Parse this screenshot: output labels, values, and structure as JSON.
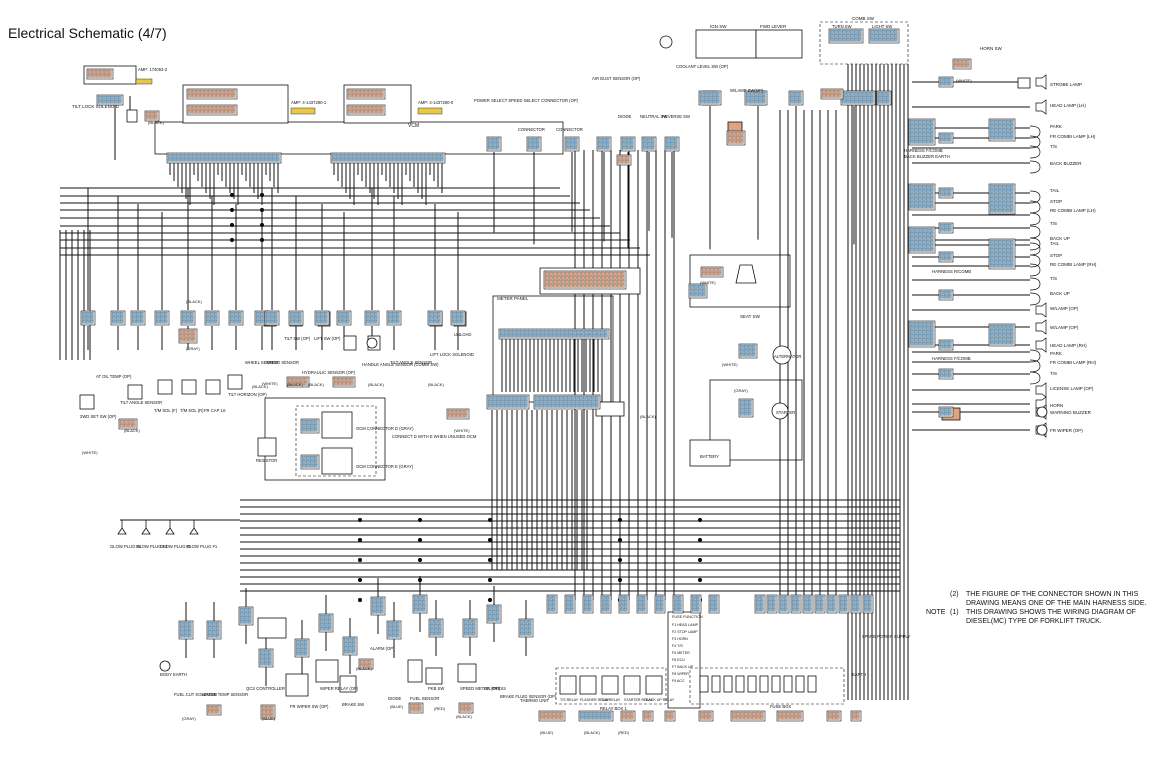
{
  "title": "Electrical Schematic (4/7)",
  "colors": {
    "wire": "#111111",
    "connector_blue": "#7fb2d8",
    "connector_orange": "#e0a382",
    "connector_yellow": "#e8c84a"
  },
  "vcm_label": "VCM",
  "meter_panel_label": "METER PANEL",
  "amp_labels": [
    "AMP: 174053-2",
    "AMP: 4-1437290-1",
    "AMP: 4-1437290-0"
  ],
  "top_labels": [
    "TILT LOCK SOLENOID",
    "POWER SELECT SPEED SELECT CONNECTOR (OP)",
    "CONNECTOR",
    "CONNECTOR",
    "AIR DUST SENSOR (OP)",
    "NEUTRAL SW",
    "REVERSE SW",
    "DIODE",
    "COOLANT LEVEL SW (OP)",
    "W/LAMP SW(OP)",
    "IGN SW",
    "FWD LEVER",
    "COMB SW",
    "TURN SW",
    "LIGHT SW",
    "HORN SW",
    "SEAT SW"
  ],
  "right_loads": [
    "STROBE LAMP",
    "HEAD LAMP (LH)",
    "PARK",
    "FR COMBI LAMP (LH)",
    "T/S",
    "BACK BUZZER",
    "TAIL",
    "STOP",
    "RE COMBI LAMP (LH)",
    "T/S",
    "BACK UP",
    "TAIL",
    "STOP",
    "RE COMBI LAMP (RH)",
    "T/S",
    "BACK UP",
    "W/LAMP (OP)",
    "W/LAMP (OP)",
    "HEAD LAMP (RH)",
    "PARK",
    "FR COMBI LAMP (RH)",
    "T/S",
    "LICENSE LAMP (OP)",
    "HORN",
    "WARNING BUZZER",
    "FR WIPER (OP)"
  ],
  "harness_labels": [
    "HARNESS F/COMB",
    "BACK BUZZER EARTH",
    "HARNESS R/COMB",
    "HARNESS F/COMB"
  ],
  "mid_labels": [
    "ALTERNATOR",
    "STARTER",
    "BATTERY",
    "CONNECT D WITH E WHEN UNUSED OCM",
    "OCM CONNECTOR D (GRAY)",
    "OCM CONNECTOR E (GRAY)",
    "RESISTOR",
    "TILT ANGLE SENSOR",
    "T/M SOL (F)",
    "T/M SOL (R)",
    "FR CAP 1S",
    "TILT HORIZON (OP)",
    "WHEEL SENSOR",
    "SPEED SENSOR",
    "TILT SW (OP)",
    "LIFT SW (OP)",
    "HYDRAULIC SENSOR (OP)",
    "HANDLE ANGLE SENSOR (COMBI SW)",
    "TILT ANGLE SENSOR",
    "LIFT LOCK SOLENOID",
    "UNLOAD",
    "AT OIL TEMP (OP)",
    "2WD SET SW (OP)"
  ],
  "bottom_labels": [
    "GLOW PLUG #4",
    "GLOW PLUG #3",
    "GLOW PLUG #2",
    "GLOW PLUG #1",
    "BODY EARTH",
    "FUEL CUT SOLENOID",
    "WATER TEMP SENSOR",
    "QCS CONTROLLER",
    "FR WIPER SW (OP)",
    "WIPER RELAY (OP)",
    "BRAKE SW",
    "ALARM (OP)",
    "DIODE",
    "FUEL SENSOR",
    "PKB SW",
    "SPEED METER (OP)",
    "OIL PRESS",
    "BRAKE FLUID SENSOR (OP)",
    "THERMO UNIT",
    "RELAY BOX 1",
    "FUSE BOX",
    "SPARE POWER SUPPLY",
    "EARTH"
  ],
  "relay_labels": [
    "T/S RELAY",
    "FLASHER RELAY",
    "DIA RELAY",
    "STARTER RELAY",
    "BACK UP RELAY"
  ],
  "fuse_title": "FUSE FUNCTION",
  "fuse_functions": [
    "F1 HEAD LAMP",
    "F2 STOP LAMP",
    "F3 HORN",
    "F4 T/S",
    "F5 METER",
    "F6 ECU",
    "F7 BACK UP",
    "F8 WIPER",
    "F9 ACC"
  ],
  "color_tags": [
    "(BLACK)",
    "(BLACK)",
    "(GRAY)",
    "(BLACK)",
    "(WHITE)",
    "(BLACK)",
    "(BLACK)",
    "(BLACK)",
    "(WHITE)",
    "(BLACK)",
    "(WHITE)",
    "(BLACK)",
    "(WHITE)",
    "(GRAY)",
    "(BLACK)",
    "(WHITE)",
    "(WHITE)",
    "(GRAY)",
    "(BLUE)",
    "(BLACK)",
    "(BLUE)",
    "(RED)",
    "(BLACK)",
    "(BLUE)",
    "(BLACK)",
    "(RED)"
  ],
  "notes": [
    {
      "tag": "",
      "num": "(2)",
      "text": "THE FIGURE OF THE CONNECTOR SHOWN IN THIS DRAWING MEANS ONE OF THE MAIN HARNESS SIDE."
    },
    {
      "tag": "NOTE",
      "num": "(1)",
      "text": "THIS DRAWING SHOWS THE WIRING DIAGRAM OF DIESEL(MC) TYPE OF FORKLIFT TRUCK."
    }
  ]
}
